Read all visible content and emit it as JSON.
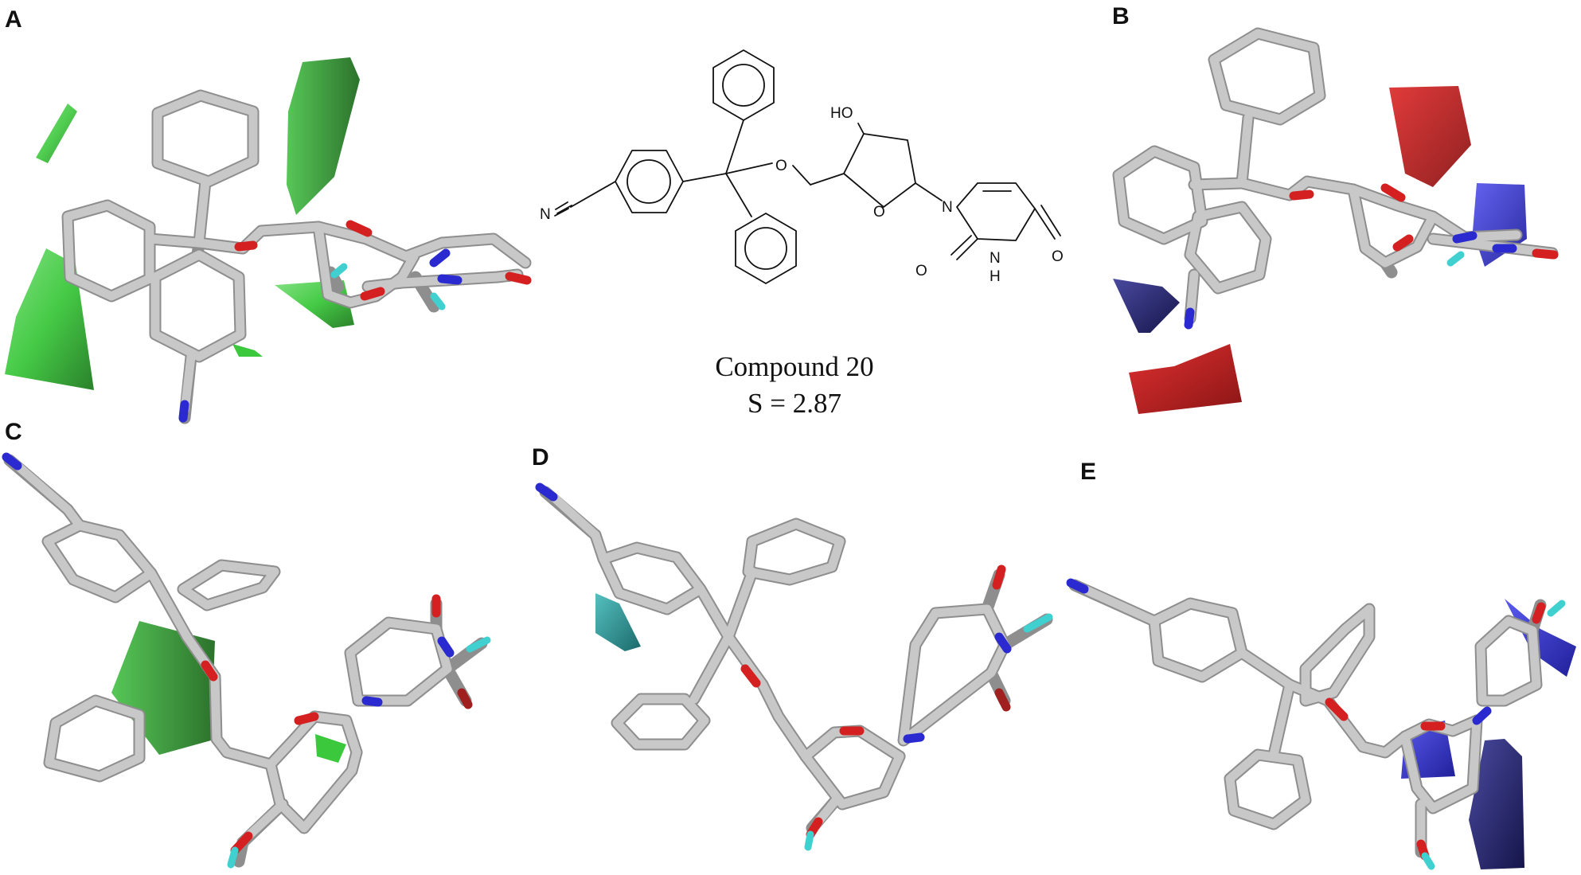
{
  "panels": [
    {
      "letter": "A"
    },
    {
      "letter": "B"
    },
    {
      "letter": "C"
    },
    {
      "letter": "D"
    },
    {
      "letter": "E"
    }
  ],
  "compound": {
    "name": "Compound 20",
    "score": "S = 2.87",
    "atoms": {
      "ho": "HO",
      "o_ether": "O",
      "o_ring": "O",
      "n_cyano": "N",
      "n1": "N",
      "n3": "N",
      "h3": "H",
      "o2": "O",
      "o4": "O"
    }
  },
  "colors": {
    "carbon": "#c8c8c8",
    "oxygen": "#d42020",
    "nitrogen": "#2a2ad0",
    "hydrogen": "#40d0d0",
    "steric_favorable": "#3cc83c",
    "electro_negative_favorable": "#c02020",
    "electro_positive_favorable": "#3232c8",
    "hydrophobic_favorable": "#2a9a9a",
    "hbond_donor_favorable": "#3232c8"
  }
}
